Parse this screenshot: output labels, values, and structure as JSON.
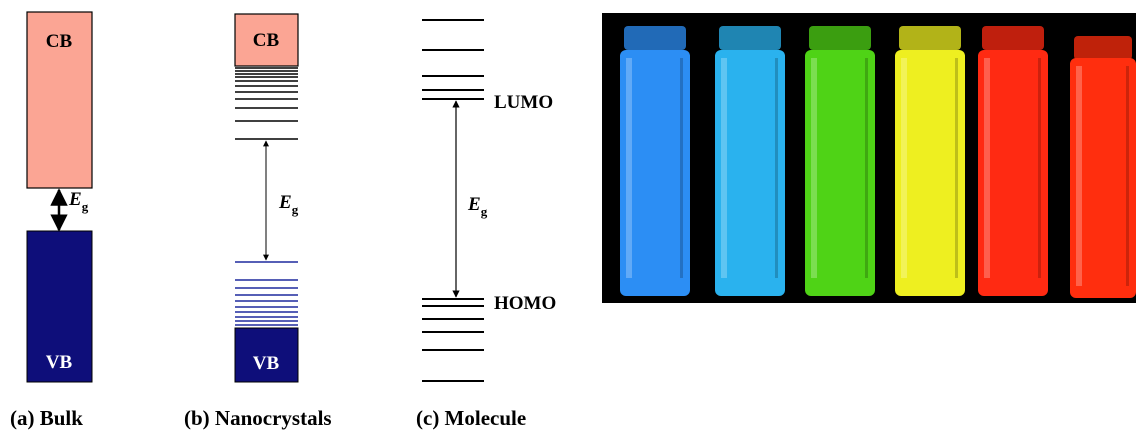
{
  "colors": {
    "cb_fill": "#FBA594",
    "vb_fill": "#0E0E7A",
    "vb_level_line": "#1E2A9E",
    "line": "#000000",
    "photo_background": "#000000",
    "vial_colors": [
      "#2C8EF4",
      "#2AB2EE",
      "#4FD316",
      "#EEEF20",
      "#FF2A12",
      "#FF2E0E"
    ]
  },
  "panels": {
    "bulk": {
      "caption": "(a) Bulk",
      "cb_label": "CB",
      "vb_label": "VB",
      "gap_label": "E",
      "gap_subscript": "g"
    },
    "nanocrystals": {
      "caption": "(b) Nanocrystals",
      "cb_label": "CB",
      "vb_label": "VB",
      "gap_label": "E",
      "gap_subscript": "g"
    },
    "molecule": {
      "caption": "(c) Molecule",
      "lumo_label": "LUMO",
      "homo_label": "HOMO",
      "gap_label": "E",
      "gap_subscript": "g"
    }
  },
  "photo": {
    "vial_count": 6
  }
}
